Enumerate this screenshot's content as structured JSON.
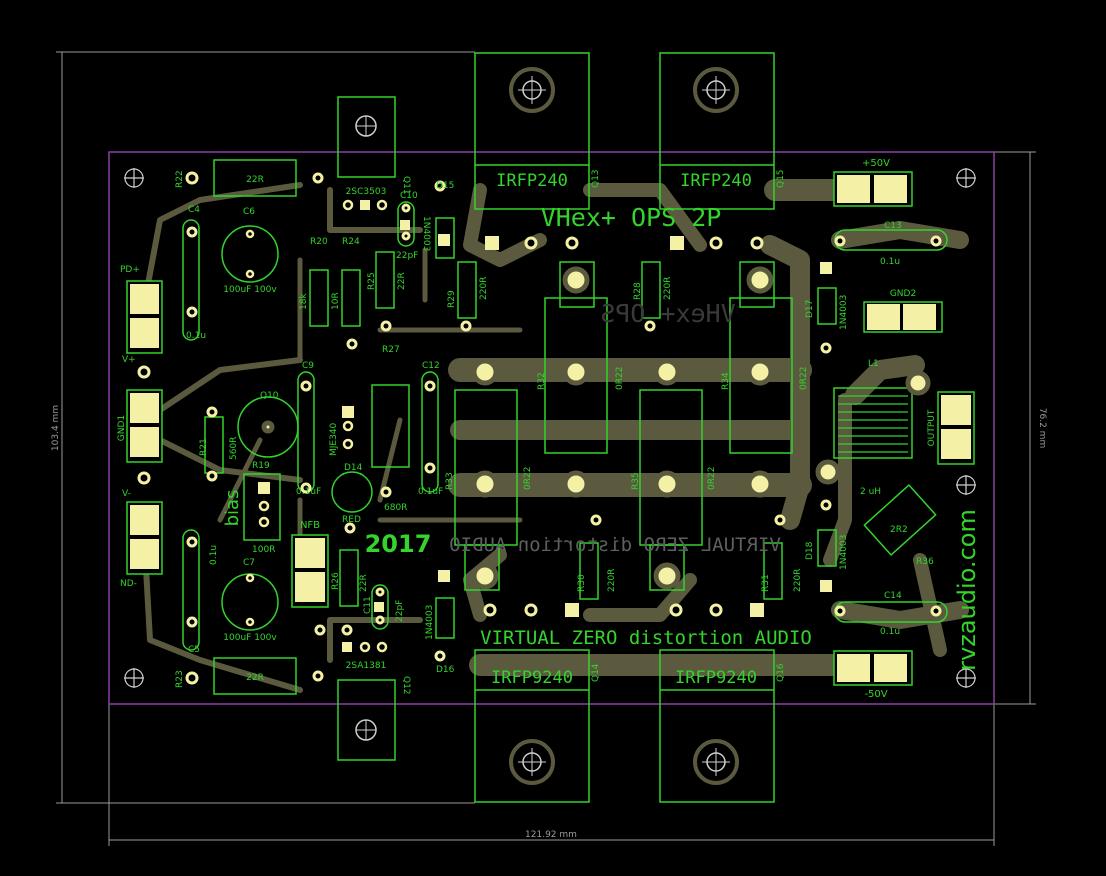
{
  "title_top": "VHex+ OPS 2P",
  "title_mirror": "VHex+ OPS",
  "brand_bottom": "VIRTUAL ZERO distortion AUDIO",
  "brand_mirror": "VIRTUAL ZERO distortion AUDIO",
  "year": "2017",
  "website": "rvzaudio.com",
  "bias_label": "bias",
  "dimensions": {
    "width": "121.92 mm",
    "height_outer": "103.4 mm",
    "height_board": "76.2 mm"
  },
  "colors": {
    "background": "#000000",
    "copper": "#5b5a3f",
    "silk": "#33d42c",
    "pad": "#f4f1a6",
    "outline": "#8a3fa5",
    "dim": "#9a9a9a"
  },
  "mosfets_top": [
    {
      "part": "IRFP240",
      "ref": "Q13"
    },
    {
      "part": "IRFP240",
      "ref": "Q15"
    }
  ],
  "mosfets_bottom": [
    {
      "part": "IRFP9240",
      "ref": "Q14"
    },
    {
      "part": "IRFP9240",
      "ref": "Q16"
    }
  ],
  "connectors": {
    "pd_plus": "PD+",
    "v_plus": "V+",
    "gnd1": "GND1",
    "v_minus": "V-",
    "nd_minus": "ND-",
    "plus50": "+50V",
    "minus50": "-50V",
    "gnd2": "GND2",
    "output": "OUTPUT",
    "nfb": "NFB"
  },
  "labels": {
    "r22": "R22",
    "r22v": "22R",
    "r23": "R23",
    "r23v": "22R",
    "c4": "C4",
    "c5": "C5",
    "c4v": "0.1u",
    "c5v": "0.1u",
    "c6": "C6",
    "c6v": "100uF 100v",
    "c7": "C7",
    "c7v": "100uF 100v",
    "q11": "Q11",
    "q11p": "2SC3503",
    "q12": "Q12",
    "q12p": "2SA1381",
    "c10": "C10",
    "c10v": "22pF",
    "c11": "C11",
    "c11v": "22pF",
    "d15": "D15",
    "d15p": "1N4003",
    "d16": "D16",
    "d16p": "1N4003",
    "r20": "R20",
    "r24": "R24",
    "r20v": "18k",
    "r24v": "10R",
    "r25": "R25",
    "r25v": "22R",
    "r26": "R26",
    "r26v": "22R",
    "r27": "R27",
    "r29": "R29",
    "r29v": "220R",
    "r28": "R28",
    "r28v": "220R",
    "r30": "R30",
    "r30v": "220R",
    "r31": "R31",
    "r31v": "220R",
    "r32": "R32",
    "r32v": "0R22",
    "r33": "R33",
    "r33v": "0R22",
    "r34": "R34",
    "r34v": "0R22",
    "r35": "R35",
    "r35v": "0R22",
    "c9": "C9",
    "c9v": "0.1uF",
    "c12": "C12",
    "c12v": "0.1uF",
    "q10": "Q10",
    "q10p": "MJE340",
    "r21": "R21",
    "r21v": "560R",
    "r19": "R19",
    "r19v": "100R",
    "d14": "D14",
    "d14v": "RED",
    "r18v": "680R",
    "c13": "C13",
    "c13v": "0.1u",
    "c14": "C14",
    "c14v": "0.1u",
    "d17": "D17",
    "d17p": "1N4003",
    "d18": "D18",
    "d18p": "1N4003",
    "l1": "L1",
    "l1v": "2 uH",
    "r36": "R36",
    "r36v": "2R2"
  }
}
